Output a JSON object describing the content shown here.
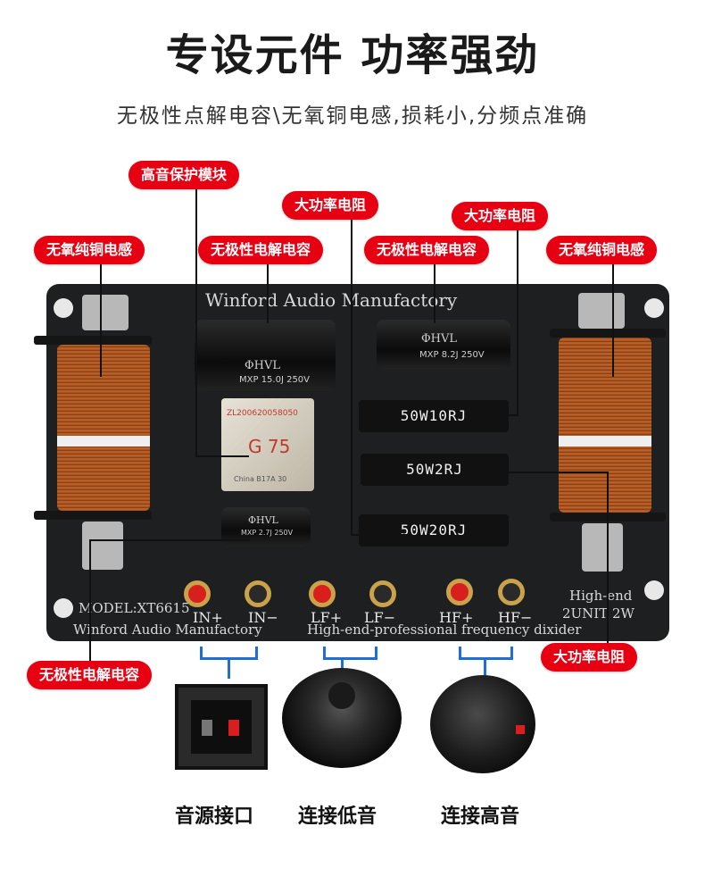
{
  "title": "专设元件 功率强劲",
  "subtitle": "无极性点解电容\\无氧铜电感,损耗小,分频点准确",
  "labels": {
    "tweeter_protect": "高音保护模块",
    "power_resistor_1": "大功率电阻",
    "power_resistor_2": "大功率电阻",
    "power_resistor_3": "大功率电阻",
    "inductor_left": "无氧纯铜电感",
    "inductor_right": "无氧纯铜电感",
    "cap_1": "无极性电解电容",
    "cap_2": "无极性电解电容",
    "cap_3": "无极性电解电容"
  },
  "board": {
    "brand_top": "Winford Audio Manufactory",
    "brand_bottom": "Winford Audio Manufactory",
    "model": "MODEL:XT6615",
    "tagline": "High-end-professional frequency dixider",
    "high_end": "High-end",
    "units": "2UNIT 2W",
    "resistor_1": "50W10RJ",
    "resistor_2": "50W2RJ",
    "resistor_3": "50W20RJ",
    "cap_top_left_brand": "ΦHVL",
    "cap_top_left_spec": "MXP 15.0J 250V",
    "cap_top_right_brand": "ΦHVL",
    "cap_top_right_spec": "MXP 8.2J 250V",
    "cap_small_brand": "ΦHVL",
    "cap_small_spec": "MXP 2.7J 250V",
    "module_code": "ZL200620058050",
    "module_label": "G 75",
    "module_origin": "China B17A 30",
    "terminals": [
      "IN+",
      "IN−",
      "LF+",
      "LF−",
      "HF+",
      "HF−"
    ]
  },
  "outputs": {
    "source": "音源接口",
    "woofer": "连接低音",
    "tweeter": "连接高音"
  },
  "colors": {
    "label_bg": "#e60012",
    "board_bg": "#1e1f21",
    "connector_blue": "#1f6fd1"
  }
}
